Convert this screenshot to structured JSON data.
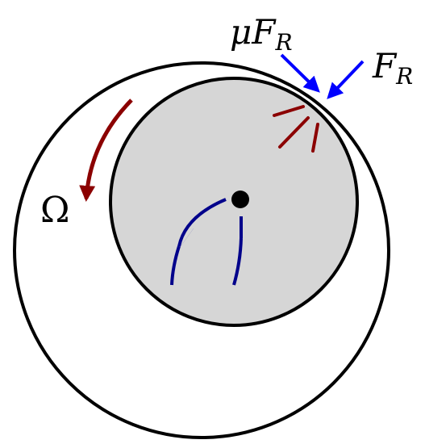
{
  "labels": {
    "mu": "μ",
    "F1": "F",
    "R1": "R",
    "F2": "F",
    "R2": "R",
    "omega": "Ω"
  },
  "colors": {
    "outline": "#000000",
    "inner_fill": "#d6d6d6",
    "force_arrow": "#0000ff",
    "rotation_arrow": "#8b0000",
    "spark_lines": "#8b0000",
    "path_arrows": "#00008b",
    "center_dot": "#000000"
  }
}
